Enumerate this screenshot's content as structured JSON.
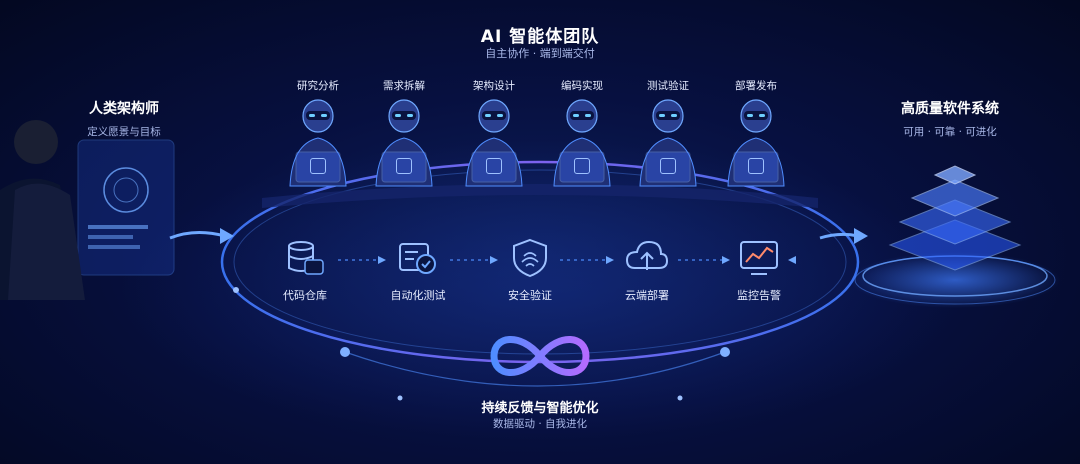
{
  "header": {
    "title": "AI 智能体团队",
    "subtitle": "自主协作 · 端到端交付"
  },
  "left": {
    "title": "人类架构师",
    "subtitle": "定义愿景与目标"
  },
  "right": {
    "title": "高质量软件系统",
    "subtitle": "可用 · 可靠 · 可进化"
  },
  "agents": [
    {
      "label": "研究分析",
      "icon": "magnifier-icon"
    },
    {
      "label": "需求拆解",
      "icon": "checklist-icon"
    },
    {
      "label": "架构设计",
      "icon": "cube-icon"
    },
    {
      "label": "编码实现",
      "icon": "code-screen-icon"
    },
    {
      "label": "测试验证",
      "icon": "shield-check-icon"
    },
    {
      "label": "部署发布",
      "icon": "tablet-icon"
    }
  ],
  "pipeline": [
    {
      "label": "代码仓库",
      "icon": "database-code-icon"
    },
    {
      "label": "自动化测试",
      "icon": "test-check-icon"
    },
    {
      "label": "安全验证",
      "icon": "fingerprint-shield-icon"
    },
    {
      "label": "云端部署",
      "icon": "cloud-upload-icon"
    },
    {
      "label": "监控告警",
      "icon": "monitor-chart-icon"
    }
  ],
  "footer": {
    "title": "持续反馈与智能优化",
    "subtitle": "数据驱动 · 自我进化"
  },
  "colors": {
    "accent": "#4f8dff",
    "glow": "#6a5cff",
    "text": "#e6ecff"
  }
}
